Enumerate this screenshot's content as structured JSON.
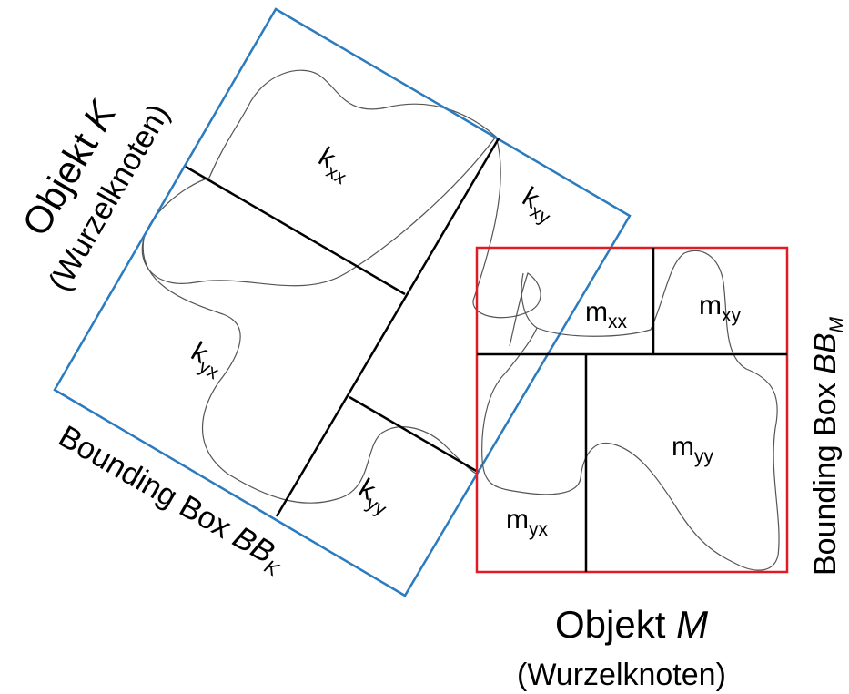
{
  "colors": {
    "box_k": "#2a7bbf",
    "box_m": "#e01b24",
    "line": "#000000",
    "outline": "#444444"
  },
  "objekt_k": {
    "title_prefix": "Objekt ",
    "title_var": "K",
    "subtitle": "(Wurzelknoten)",
    "bbox_label_prefix": "Bounding Box ",
    "bbox_var": "BB",
    "bbox_sub": "K",
    "cells": {
      "xx": {
        "base": "k",
        "sub": "xx"
      },
      "xy": {
        "base": "k",
        "sub": "xy"
      },
      "yx": {
        "base": "k",
        "sub": "yx"
      },
      "yy": {
        "base": "k",
        "sub": "yy"
      }
    }
  },
  "objekt_m": {
    "title_prefix": "Objekt ",
    "title_var": "M",
    "subtitle": "(Wurzelknoten)",
    "bbox_label_prefix": "Bounding Box ",
    "bbox_var": "BB",
    "bbox_sub": "M",
    "cells": {
      "xx": {
        "base": "m",
        "sub": "xx"
      },
      "xy": {
        "base": "m",
        "sub": "xy"
      },
      "yx": {
        "base": "m",
        "sub": "yx"
      },
      "yy": {
        "base": "m",
        "sub": "yy"
      }
    }
  }
}
